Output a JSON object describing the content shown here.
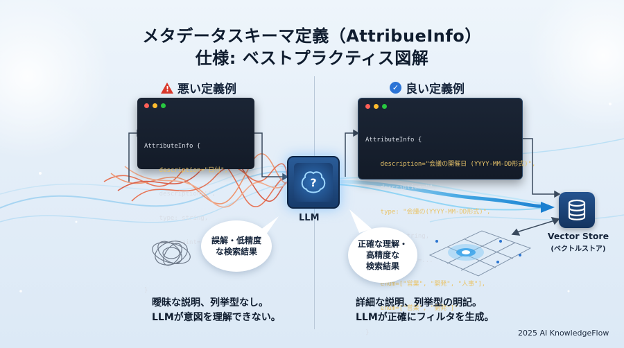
{
  "title": {
    "line1": "メタデータスキーマ定義（AttribueInfo）",
    "line2": "仕様: ベストプラクティス図解"
  },
  "bad": {
    "heading": "悪い定義例",
    "icon": "warning-icon",
    "code_lines": [
      "AttributeInfo {",
      "    description=\"日付\",",
      "    description=\"\",",
      "    type: string,",
      "    constraint=...",
      "    ...",
      "}"
    ],
    "bubble_line1": "誤解・低精度",
    "bubble_line2": "な検索結果",
    "desc_line1": "曖昧な説明、列挙型なし。",
    "desc_line2": "LLMが意図を理解できない。"
  },
  "good": {
    "heading": "良い定義例",
    "icon": "check-circle-icon",
    "code_lines": [
      "AttributeInfo {",
      "    description=\"会議の開催日 (YYYY-MM-DD形式)\",",
      "    description=\"\",",
      "    type: \"会議の(YYYY-MM-DD形式)\",",
      "    type: string,",
      "    constraint=...",
      "    enum=[\"営業\", \"開発\", \"人事\"],",
      "    enum=[\"営業\", \"開発\"]\"",
      "}"
    ],
    "bubble_line1": "正確な理解・",
    "bubble_line2": "高精度な",
    "bubble_line3": "検索結果",
    "desc_line1": "詳細な説明、列挙型の明記。",
    "desc_line2": "LLMが正確にフィルタを生成。"
  },
  "llm": {
    "label": "LLM",
    "icon": "brain-question-icon"
  },
  "vector_store": {
    "title": "Vector Store",
    "subtitle": "(ベクトルストア)",
    "icon": "database-icon"
  },
  "footer": "2025 AI KnowledgeFlow",
  "colors": {
    "bad_wave": "#e8613c",
    "good_wave": "#3aa9e8",
    "code_bg": "#161f2d",
    "string": "#e9c46a"
  }
}
